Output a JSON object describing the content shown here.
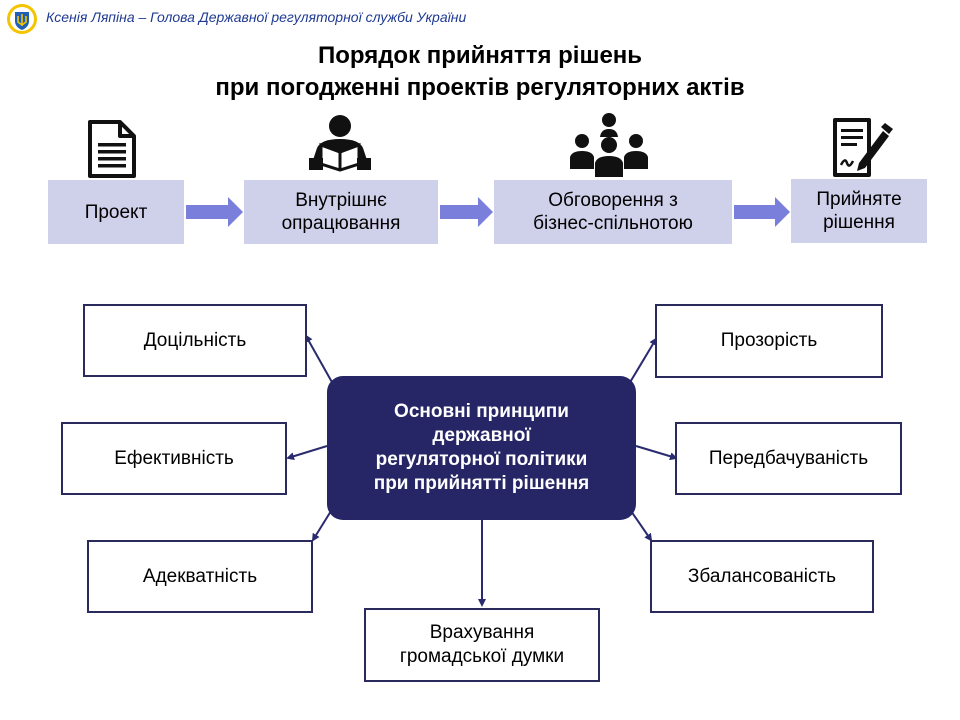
{
  "header": {
    "text": "Ксенія Ляпіна – Голова Державної регуляторної служби України",
    "logo_icon": "trident-shield-logo"
  },
  "title": {
    "line1": "Порядок прийняття рішень",
    "line2": "при погодженні проектів регуляторних актів"
  },
  "process": {
    "steps": [
      {
        "lines": [
          "Проект"
        ],
        "icon": "document-icon"
      },
      {
        "lines": [
          "Внутрішнє",
          "опрацювання"
        ],
        "icon": "person-reading-icon"
      },
      {
        "lines": [
          "Обговорення з",
          "бізнес-спільнотою"
        ],
        "icon": "group-people-icon"
      },
      {
        "lines": [
          "Прийняте",
          "рішення"
        ],
        "icon": "signed-document-pen-icon"
      }
    ]
  },
  "center": {
    "lines": [
      "Основні принципи",
      "державної",
      "регуляторної політики",
      "при прийнятті рішення"
    ]
  },
  "principles": {
    "expediency": "Доцільність",
    "transparency": "Прозорість",
    "efficiency": "Ефективність",
    "predictability": "Передбачуваність",
    "adequacy": "Адекватність",
    "balance": "Збалансованість",
    "public_opinion": [
      "Врахування",
      "громадської думки"
    ]
  },
  "colors": {
    "step_fill": "#cfd0ea",
    "arrow_fill": "#7b7fdc",
    "center_fill": "#262666",
    "connector": "#2a2a6e",
    "header_text": "#1f3a93"
  }
}
